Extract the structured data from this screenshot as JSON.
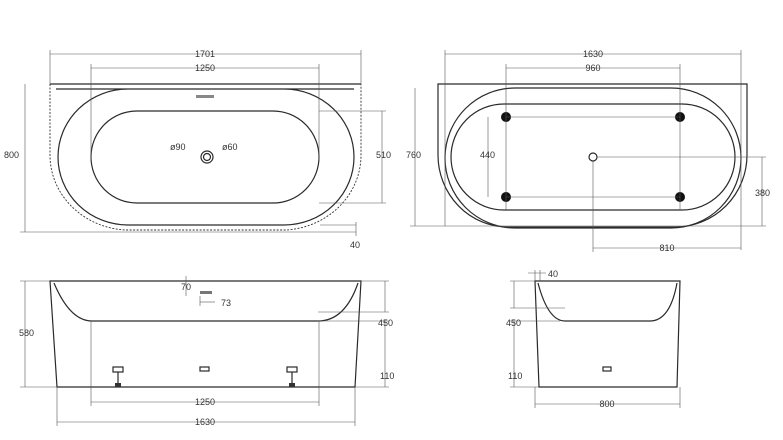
{
  "top_view_left": {
    "width_total": "1701",
    "width_inner": "1250",
    "depth_total": "800",
    "basin_depth": "510",
    "rim_offset": "40",
    "drain_outer": "ø90",
    "drain_inner": "ø60"
  },
  "top_view_right": {
    "width_total": "1630",
    "feet_spacing_x": "960",
    "depth_total": "760",
    "feet_spacing_y": "440",
    "drain_y": "380",
    "drain_x": "810"
  },
  "front_view": {
    "height_total": "580",
    "basin_height": "450",
    "base_height": "110",
    "feet_spacing": "1250",
    "width_total": "1630",
    "overflow_depth": "70",
    "overflow_width": "73"
  },
  "side_view": {
    "wall_offset": "40",
    "basin_height": "450",
    "base_height": "110",
    "width_total": "800"
  },
  "colors": {
    "line": "#2a2a2a",
    "feet": "#111111"
  }
}
